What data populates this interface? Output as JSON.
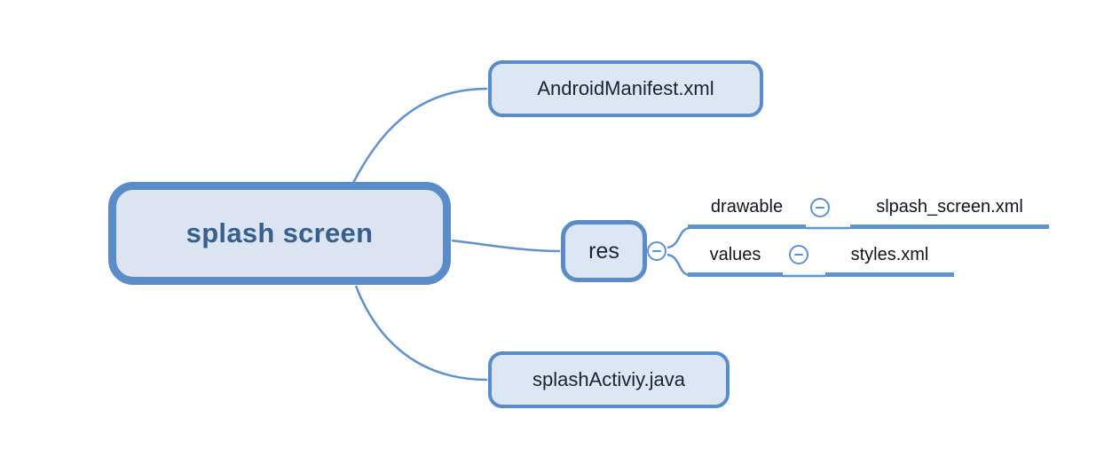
{
  "colors": {
    "accent_line": "#5f92d1",
    "node_border": "#5a8cc9",
    "node_fill": "#dde7f3",
    "root_fill": "#dbe4f0",
    "root_text": "#35608f",
    "node_text": "#1b2333",
    "leaf_text": "#10151d",
    "background": "#ffffff"
  },
  "mindmap": {
    "root": {
      "label": "splash screen"
    },
    "children": [
      {
        "label": "AndroidManifest.xml"
      },
      {
        "label": "res",
        "collapse_icon": "minus-icon",
        "children": [
          {
            "label": "drawable",
            "collapse_icon": "minus-icon",
            "children": [
              {
                "label": "slpash_screen.xml"
              }
            ]
          },
          {
            "label": "values",
            "collapse_icon": "minus-icon",
            "children": [
              {
                "label": "styles.xml"
              }
            ]
          }
        ]
      },
      {
        "label": "splashActiviy.java"
      }
    ]
  }
}
